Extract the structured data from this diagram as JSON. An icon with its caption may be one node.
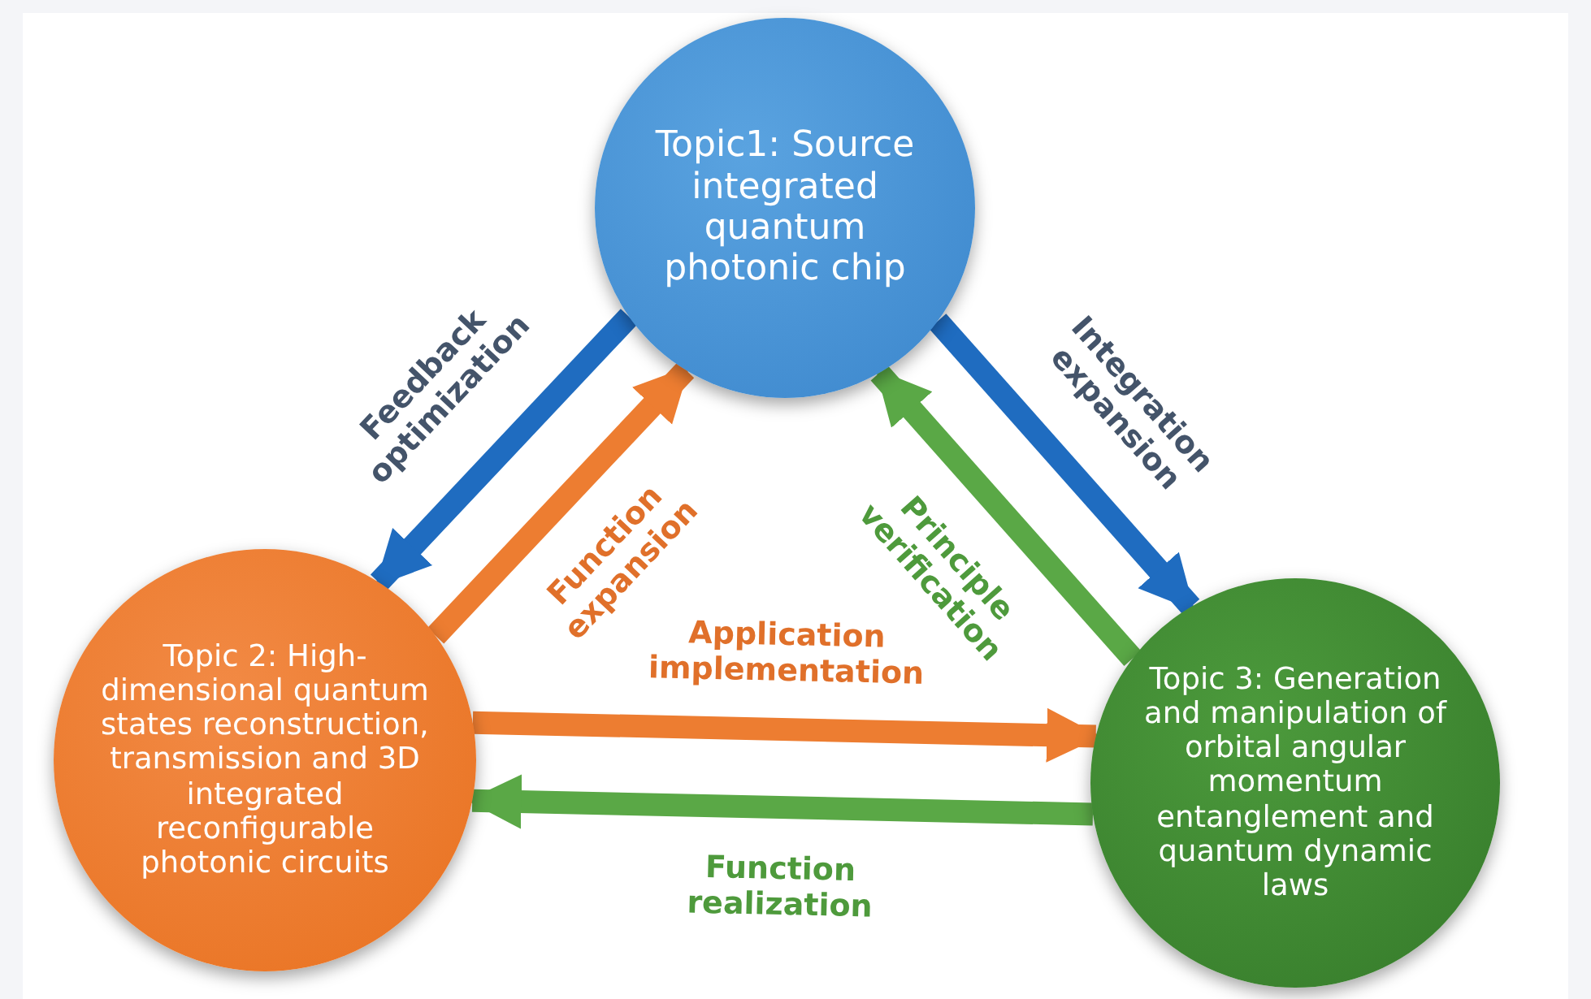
{
  "diagram": {
    "nodes": [
      {
        "text": [
          "Topic1: Source integrated quantum photonic chip"
        ]
      },
      {
        "text": [
          "Topic 2:  High-dimensional quantum states reconstruction, transmission and 3D integrated reconfigurable photonic circuits"
        ]
      },
      {
        "text": [
          "Topic 3: Generation and manipulation of orbital angular momentum entanglement and quantum dynamic laws"
        ]
      }
    ],
    "edges": [
      {
        "from": 1,
        "to": 0,
        "arrow": "to",
        "label": "Function expansion",
        "color": "#ed7d31"
      },
      {
        "from": 0,
        "to": 1,
        "arrow": "to",
        "label": "Feedback optimization",
        "color": "#1f6cc0"
      },
      {
        "from": 0,
        "to": 2,
        "arrow": "to",
        "label": "Integration expansion",
        "color": "#1f6cc0"
      },
      {
        "from": 2,
        "to": 0,
        "arrow": "to",
        "label": "Principle verification",
        "color": "#5aa846"
      },
      {
        "from": 1,
        "to": 2,
        "arrow": "to",
        "label": "Application implementation",
        "color": "#ed7d31"
      },
      {
        "from": 2,
        "to": 1,
        "arrow": "to",
        "label": "Function realization",
        "color": "#5aa846"
      }
    ]
  }
}
